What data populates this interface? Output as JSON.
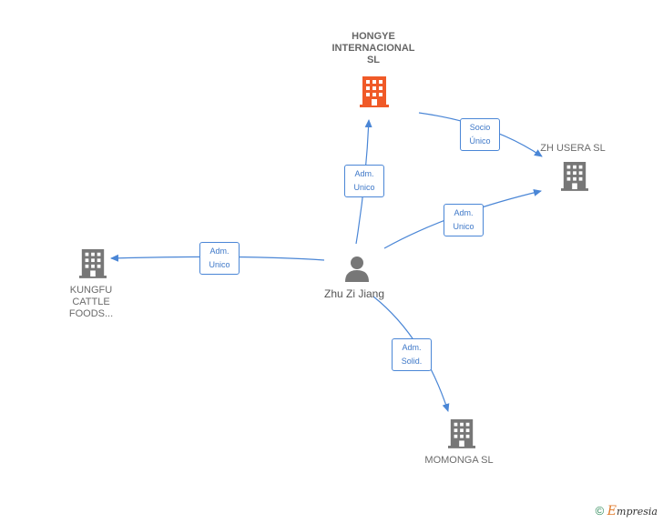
{
  "nodes": {
    "hongye": {
      "label": "HONGYE\nINTERNACIONAL\nSL",
      "color": "#f05a28"
    },
    "zh_usera": {
      "label": "ZH USERA  SL",
      "color": "#777777"
    },
    "kungfu": {
      "label": "KUNGFU\nCATTLE\nFOODS...",
      "color": "#777777"
    },
    "momonga": {
      "label": "MOMONGA  SL",
      "color": "#777777"
    },
    "person": {
      "label": "Zhu Zi Jiang",
      "color": "#777777"
    }
  },
  "edges": {
    "person_hongye": {
      "label": "Adm.\nUnico"
    },
    "hongye_zhusera": {
      "label": "Socio\nÚnico"
    },
    "person_zhusera": {
      "label": "Adm.\nUnico"
    },
    "person_kungfu": {
      "label": "Adm.\nUnico"
    },
    "person_momonga": {
      "label": "Adm.\nSolid."
    }
  },
  "colors": {
    "edge": "#4a86d6"
  },
  "footer": {
    "symbol": "©",
    "brand_initial": "E",
    "brand_rest": "mpresia"
  }
}
